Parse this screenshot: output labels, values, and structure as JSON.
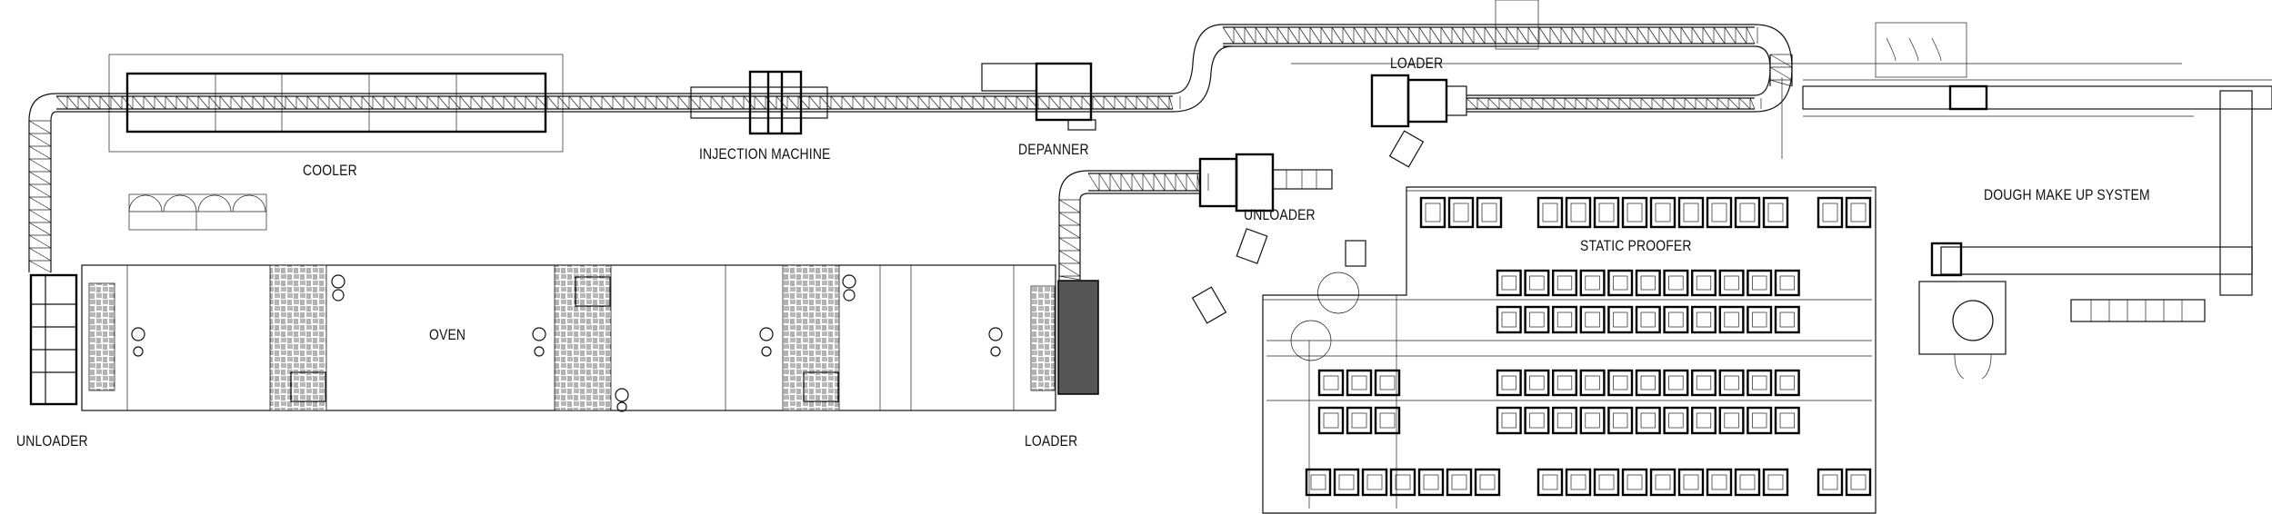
{
  "labels": {
    "unloader_left": "UNLOADER",
    "cooler": "COOLER",
    "injection_machine": "INJECTION MACHINE",
    "depanner": "DEPANNER",
    "oven": "OVEN",
    "loader_bottom": "LOADER",
    "loader_top": "LOADER",
    "unloader_mid": "UNLOADER",
    "static_proofer": "STATIC PROOFER",
    "dough_make_up_system": "DOUGH MAKE UP SYSTEM"
  },
  "colors": {
    "line": "#111111",
    "background": "#ffffff"
  }
}
